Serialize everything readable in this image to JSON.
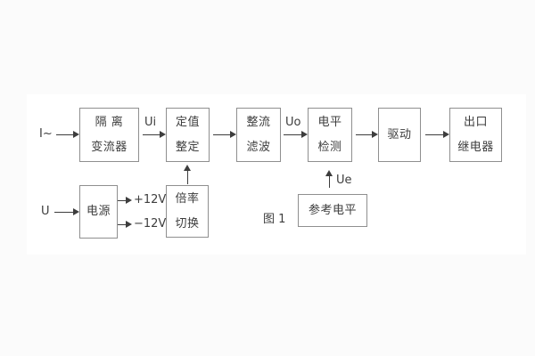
{
  "caption": "图 1",
  "colors": {
    "line": "#3d3d3d",
    "box_border": "#8f8f8f",
    "panel_bg": "#ffffff",
    "page_bg": "#fbfbfb"
  },
  "blocks": [
    {
      "name": "isolation-transformer",
      "lines": [
        "隔 离",
        "变流器"
      ]
    },
    {
      "name": "setting-adjustment",
      "lines": [
        "定值",
        "整定"
      ]
    },
    {
      "name": "rectifier-filter",
      "lines": [
        "整流",
        "滤波"
      ]
    },
    {
      "name": "level-detection",
      "lines": [
        "电平",
        "检测"
      ]
    },
    {
      "name": "drive",
      "lines": [
        "驱动"
      ]
    },
    {
      "name": "output-relay",
      "lines": [
        "出口",
        "继电器"
      ]
    },
    {
      "name": "power-supply",
      "lines": [
        "电源"
      ]
    },
    {
      "name": "ratio-switching",
      "lines": [
        "倍率",
        "切换"
      ]
    },
    {
      "name": "reference-level",
      "lines": [
        "参考电平"
      ]
    }
  ],
  "signals": {
    "input_current": "I~",
    "input_voltage": "U",
    "ui": "Ui",
    "uo": "Uo",
    "ue": "Ue",
    "plus12v": "+12V",
    "minus12v": "−12V"
  }
}
